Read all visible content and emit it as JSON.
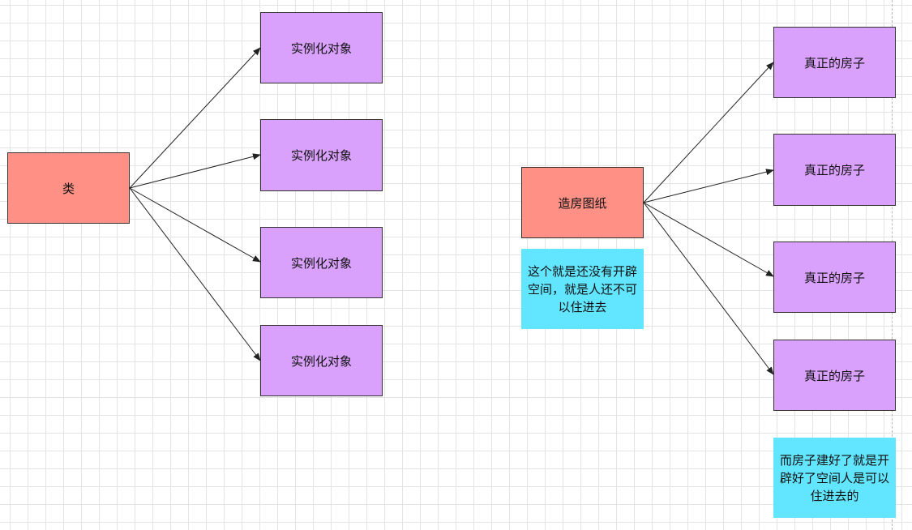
{
  "diagram": {
    "left_group": {
      "source_label": "类",
      "target_labels": [
        "实例化对象",
        "实例化对象",
        "实例化对象",
        "实例化对象"
      ]
    },
    "right_group": {
      "source_label": "造房图纸",
      "source_note": "这个就是还没有开辟空间，就是人还不可以住进去",
      "target_labels": [
        "真正的房子",
        "真正的房子",
        "真正的房子",
        "真正的房子"
      ],
      "target_note": "而房子建好了就是开辟好了空间人是可以住进去的"
    },
    "colors": {
      "source_fill": "#fe9085",
      "target_fill": "#d9a1fc",
      "note_fill": "#62e5ff",
      "edge_stroke": "#222222",
      "grid_line": "#e4e4e4"
    }
  }
}
